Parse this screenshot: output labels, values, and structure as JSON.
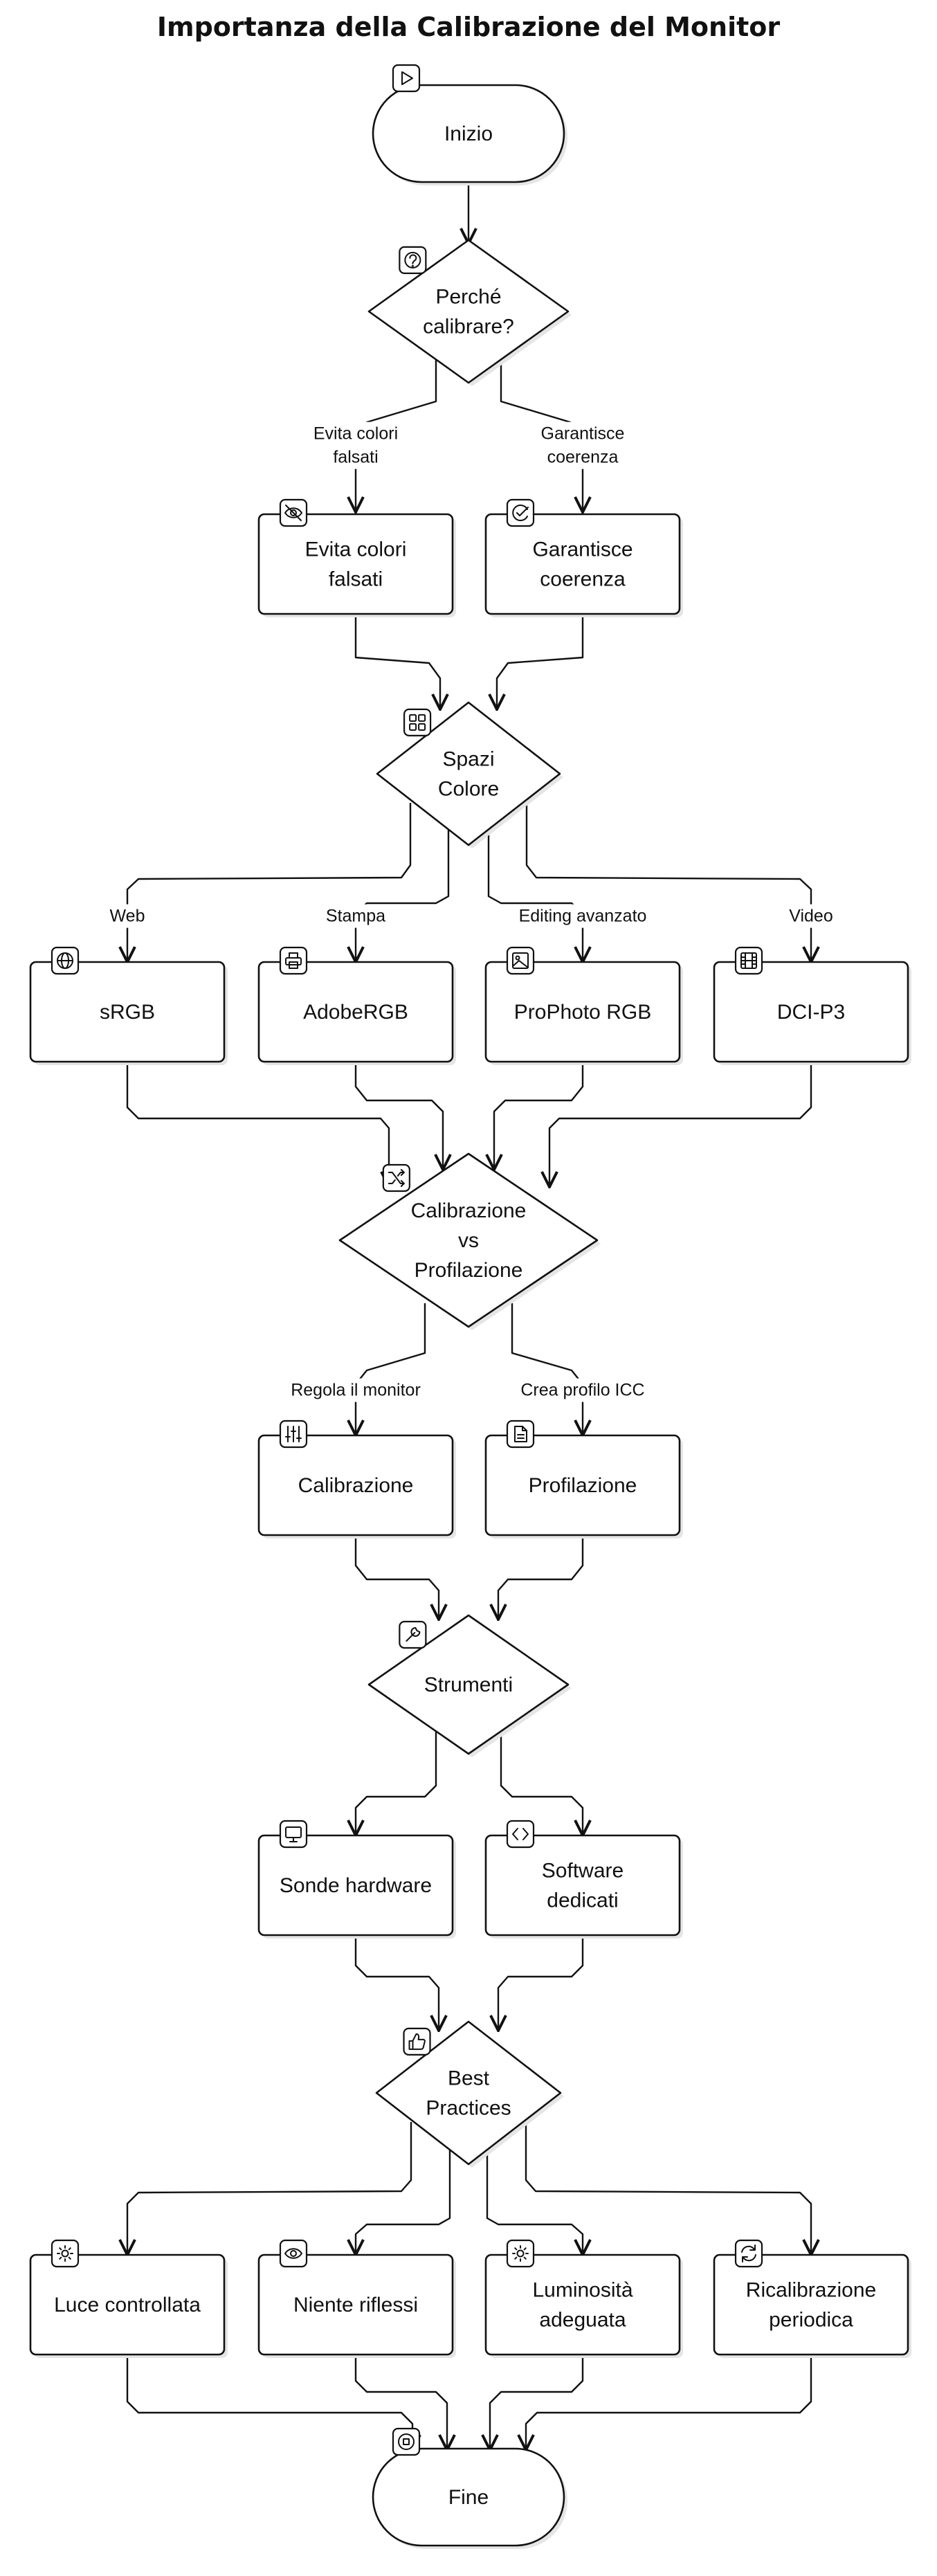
{
  "title": "Importanza della Calibrazione del Monitor",
  "nodes": {
    "start": {
      "text": "Inizio",
      "icon": "play-icon"
    },
    "why": {
      "text": "Perché calibrare?",
      "icon": "question-icon"
    },
    "avoid": {
      "text": "Evita colori falsati",
      "icon": "eye-off-icon"
    },
    "consistency": {
      "text": "Garantisce coerenza",
      "icon": "check-circle-icon"
    },
    "spaces": {
      "text": "Spazi Colore",
      "icon": "grid-icon"
    },
    "srgb": {
      "text": "sRGB",
      "icon": "globe-icon"
    },
    "adobergb": {
      "text": "AdobeRGB",
      "icon": "printer-icon"
    },
    "prophoto": {
      "text": "ProPhoto RGB",
      "icon": "image-icon"
    },
    "dcip3": {
      "text": "DCI-P3",
      "icon": "film-icon"
    },
    "calvsprof": {
      "text": "Calibrazione vs Profilazione",
      "icon": "shuffle-icon"
    },
    "calibration": {
      "text": "Calibrazione",
      "icon": "sliders-icon"
    },
    "profiling": {
      "text": "Profilazione",
      "icon": "file-text-icon"
    },
    "tools": {
      "text": "Strumenti",
      "icon": "wrench-icon"
    },
    "probes": {
      "text": "Sonde hardware",
      "icon": "monitor-icon"
    },
    "software": {
      "text": "Software dedicati",
      "icon": "code-icon"
    },
    "best": {
      "text": "Best Practices",
      "icon": "thumbs-up-icon"
    },
    "light": {
      "text": "Luce controllata",
      "icon": "sun-icon"
    },
    "glare": {
      "text": "Niente riflessi",
      "icon": "eye-icon"
    },
    "brightness": {
      "text": "Luminosità adeguata",
      "icon": "sun-icon"
    },
    "recal": {
      "text": "Ricalibrazione periodica",
      "icon": "refresh-icon"
    },
    "end": {
      "text": "Fine",
      "icon": "stop-circle-icon"
    }
  },
  "edges": [
    {
      "from": "start",
      "to": "why",
      "label": ""
    },
    {
      "from": "why",
      "to": "avoid",
      "label": "Evita colori falsati"
    },
    {
      "from": "why",
      "to": "consistency",
      "label": "Garantisce coerenza"
    },
    {
      "from": "avoid",
      "to": "spaces",
      "label": ""
    },
    {
      "from": "consistency",
      "to": "spaces",
      "label": ""
    },
    {
      "from": "spaces",
      "to": "srgb",
      "label": "Web"
    },
    {
      "from": "spaces",
      "to": "adobergb",
      "label": "Stampa"
    },
    {
      "from": "spaces",
      "to": "prophoto",
      "label": "Editing avanzato"
    },
    {
      "from": "spaces",
      "to": "dcip3",
      "label": "Video"
    },
    {
      "from": "srgb",
      "to": "calvsprof",
      "label": ""
    },
    {
      "from": "adobergb",
      "to": "calvsprof",
      "label": ""
    },
    {
      "from": "prophoto",
      "to": "calvsprof",
      "label": ""
    },
    {
      "from": "dcip3",
      "to": "calvsprof",
      "label": ""
    },
    {
      "from": "calvsprof",
      "to": "calibration",
      "label": "Regola il monitor"
    },
    {
      "from": "calvsprof",
      "to": "profiling",
      "label": "Crea profilo ICC"
    },
    {
      "from": "calibration",
      "to": "tools",
      "label": ""
    },
    {
      "from": "profiling",
      "to": "tools",
      "label": ""
    },
    {
      "from": "tools",
      "to": "probes",
      "label": ""
    },
    {
      "from": "tools",
      "to": "software",
      "label": ""
    },
    {
      "from": "probes",
      "to": "best",
      "label": ""
    },
    {
      "from": "software",
      "to": "best",
      "label": ""
    },
    {
      "from": "best",
      "to": "light",
      "label": ""
    },
    {
      "from": "best",
      "to": "glare",
      "label": ""
    },
    {
      "from": "best",
      "to": "brightness",
      "label": ""
    },
    {
      "from": "best",
      "to": "recal",
      "label": ""
    },
    {
      "from": "light",
      "to": "end",
      "label": ""
    },
    {
      "from": "glare",
      "to": "end",
      "label": ""
    },
    {
      "from": "brightness",
      "to": "end",
      "label": ""
    },
    {
      "from": "recal",
      "to": "end",
      "label": ""
    }
  ]
}
